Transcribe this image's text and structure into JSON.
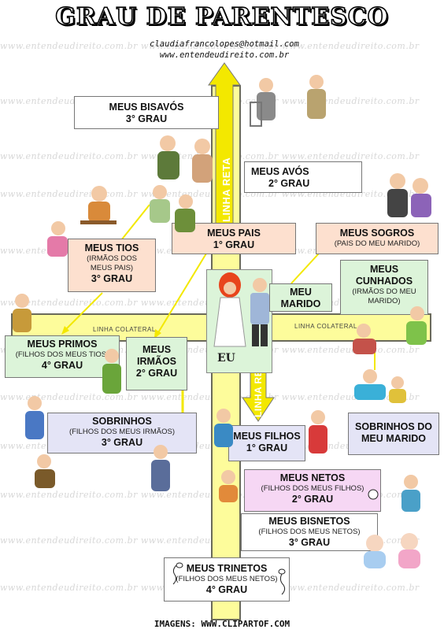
{
  "header": {
    "title": "GRAU DE PARENTESCO",
    "email": "claudiafrancolopes@hotmail.com",
    "site": "www.entendeudireito.com.br"
  },
  "watermark": "www.entendeudireito.com.br   www.entendeudireito.com.br   www.entendeudireito.com.br",
  "lines": {
    "linha_reta_top": "LINHA RETA",
    "linha_reta_bottom": "LINHA RETA",
    "linha_colateral_left": "LINHA COLATERAL",
    "linha_colateral_right": "LINHA COLATERAL"
  },
  "boxes": {
    "bisavos": {
      "title": "MEUS BISAVÓS",
      "grade": "3° GRAU"
    },
    "avos": {
      "title": "MEUS AVÓS",
      "grade": "2° GRAU"
    },
    "pais": {
      "title": "MEUS PAIS",
      "grade": "1° GRAU"
    },
    "sogros": {
      "title": "MEUS SOGROS",
      "sub": "(PAIS DO MEU MARIDO)"
    },
    "tios": {
      "title": "MEUS TIOS",
      "sub1": "(IRMÃOS DOS",
      "sub2": "MEUS PAIS)",
      "grade": "3° GRAU"
    },
    "cunhados": {
      "title1": "MEUS",
      "title2": "CUNHADOS",
      "sub1": "(IRMÃOS DO MEU",
      "sub2": "MARIDO)"
    },
    "marido": {
      "title1": "MEU",
      "title2": "MARIDO"
    },
    "eu": "EU",
    "primos": {
      "title": "MEUS PRIMOS",
      "sub": "(FILHOS DOS MEUS TIOS)",
      "grade": "4° GRAU"
    },
    "irmaos": {
      "title1": "MEUS",
      "title2": "IRMÃOS",
      "grade": "2° GRAU"
    },
    "sobrinhos": {
      "title": "SOBRINHOS",
      "sub": "(FILHOS DOS MEUS IRMÃOS)",
      "grade": "3° GRAU"
    },
    "sobrinhos_marido": {
      "title1": "SOBRINHOS DO",
      "title2": "MEU MARIDO"
    },
    "filhos": {
      "title": "MEUS FILHOS",
      "grade": "1° GRAU"
    },
    "netos": {
      "title": "MEUS NETOS",
      "sub": "(FILHOS DOS MEUS FILHOS)",
      "grade": "2° GRAU"
    },
    "bisnetos": {
      "title": "MEUS BISNETOS",
      "sub": "(FILHOS DOS MEUS NETOS)",
      "grade": "3° GRAU"
    },
    "trinetos": {
      "title": "MEUS TRINETOS",
      "sub": "(FILHOS DOS MEUS NETOS)",
      "grade": "4° GRAU"
    }
  },
  "footer": {
    "credit": "IMAGENS:  WWW.CLIPARTOF.COM"
  },
  "colors": {
    "bar": "#fdfc9b",
    "arrow": "#f3e800",
    "peach": "#fde0cf",
    "green": "#dcf4d9",
    "lavender": "#e4e4f6",
    "pink": "#f6d7f4",
    "bride_hair": "#e8441c"
  }
}
